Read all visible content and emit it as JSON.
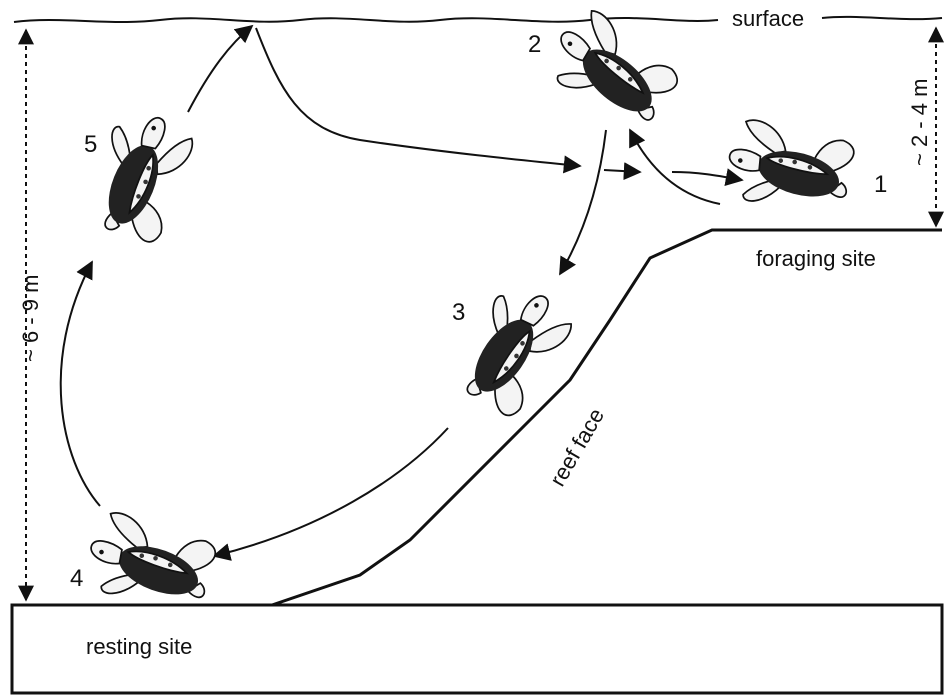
{
  "labels": {
    "surface": "surface",
    "foraging_site": "foraging site",
    "resting_site": "resting site",
    "reef_face": "reef face",
    "depth_left": "~ 6 - 9 m",
    "depth_right": "~ 2 - 4 m"
  },
  "positions": [
    {
      "id": "1",
      "label": "1"
    },
    {
      "id": "2",
      "label": "2"
    },
    {
      "id": "3",
      "label": "3"
    },
    {
      "id": "4",
      "label": "4"
    },
    {
      "id": "5",
      "label": "5"
    }
  ],
  "icons": {
    "turtle": "sea-turtle-icon",
    "arrow": "arrowhead-icon"
  },
  "colors": {
    "ink": "#111111",
    "background": "#ffffff"
  }
}
